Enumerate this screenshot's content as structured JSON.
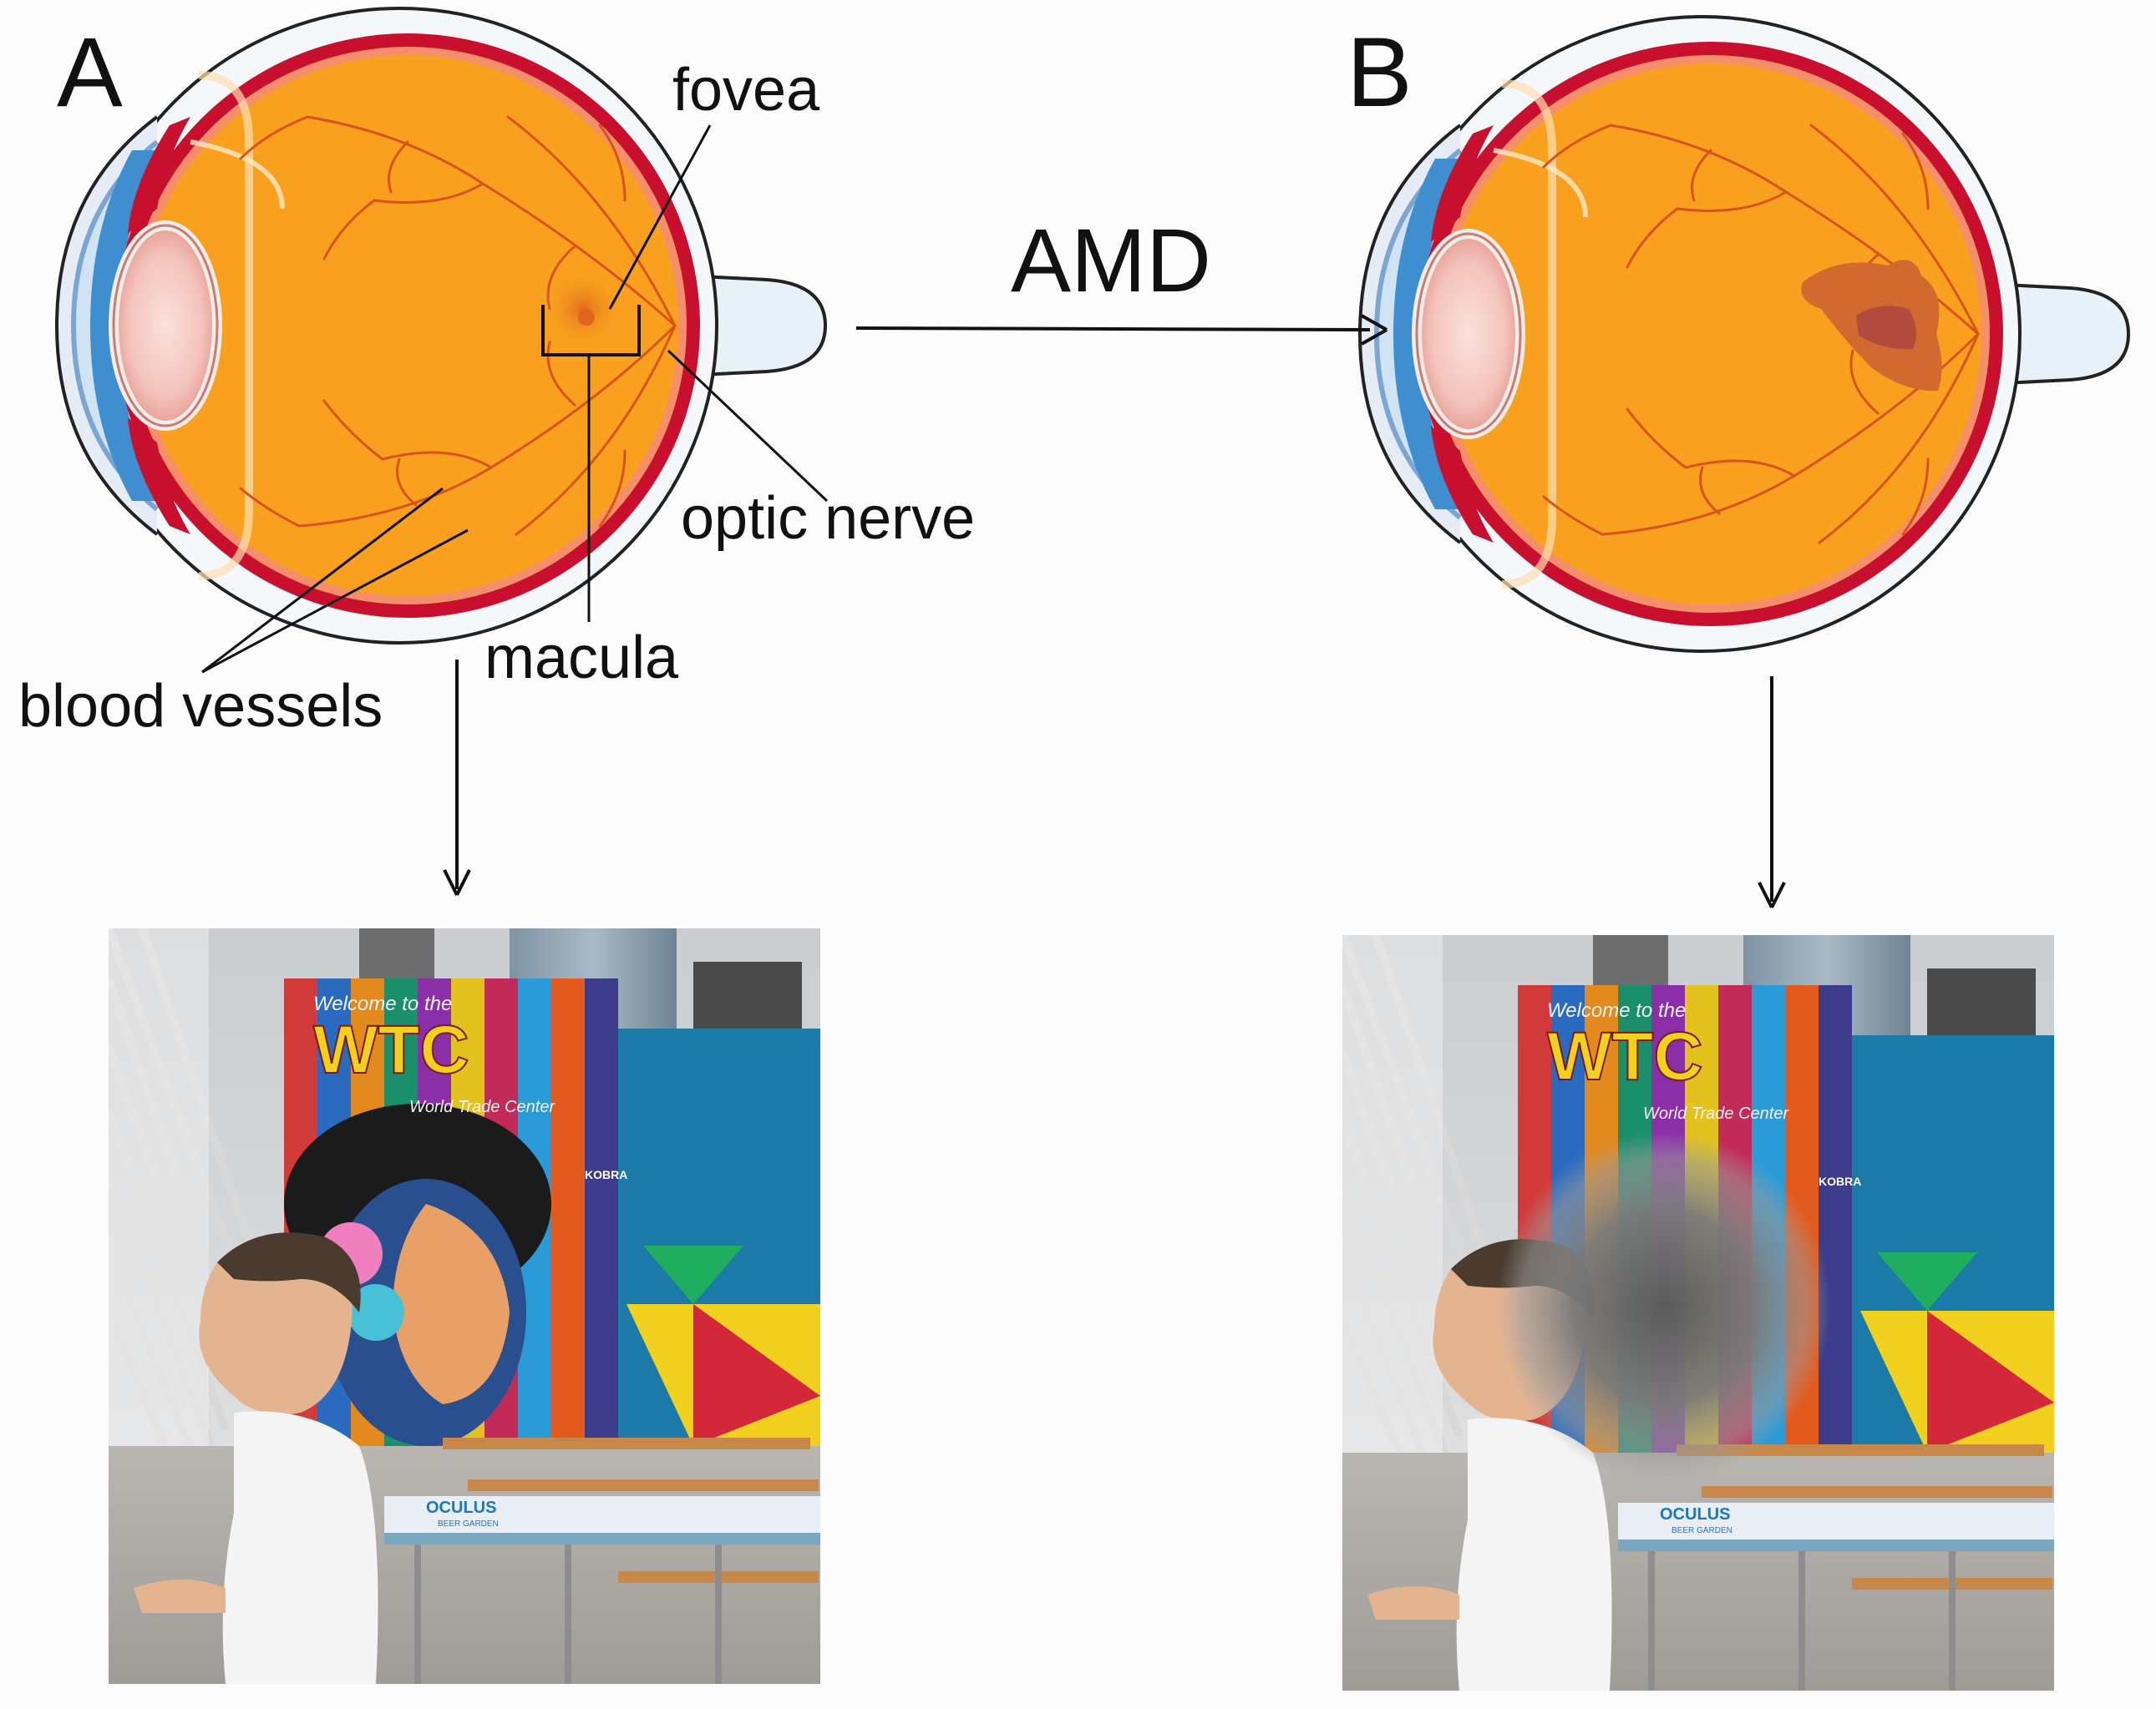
{
  "panels": {
    "a": {
      "label": "A"
    },
    "b": {
      "label": "B"
    }
  },
  "labels": {
    "fovea": "fovea",
    "optic_nerve": "optic nerve",
    "macula": "macula",
    "blood_vessels": "blood vessels"
  },
  "transition": {
    "label": "AMD"
  },
  "photo": {
    "sign_line1": "Welcome to the",
    "sign_letters": "WTC",
    "sign_line2": "World Trade Center",
    "signature": "KOBRA",
    "banner_brand": "OCULUS",
    "banner_sub": "BEER GARDEN"
  },
  "colors": {
    "retina": "#f9a11e",
    "vessels": "#d9521a",
    "choroid": "#c8102e",
    "lesion": "#d2692f",
    "lesion_core": "#b24a3e",
    "arrow": "#111111"
  }
}
